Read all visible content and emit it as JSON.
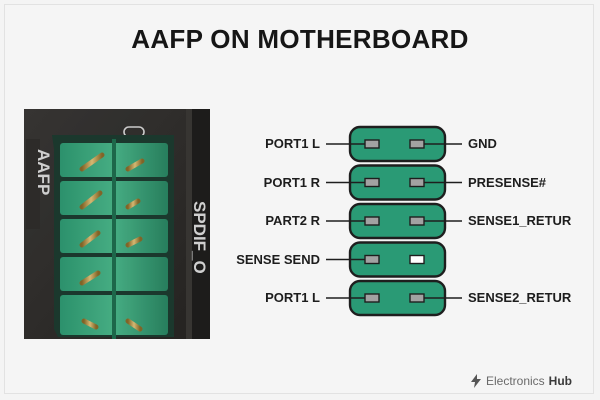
{
  "title": "AAFP ON MOTHERBOARD",
  "photo": {
    "board_text_1": "AAFP",
    "board_text_2": "SPDIF_O"
  },
  "header": {
    "rows": [
      {
        "left": "PORT1 L",
        "right": "GND",
        "left_pin": true,
        "right_pin": true
      },
      {
        "left": "PORT1 R",
        "right": "PRESENSE#",
        "left_pin": true,
        "right_pin": true
      },
      {
        "left": "PART2 R",
        "right": "SENSE1_RETUR",
        "left_pin": true,
        "right_pin": true
      },
      {
        "left": "SENSE SEND",
        "right": "",
        "left_pin": true,
        "right_pin": false
      },
      {
        "left": "PORT1 L",
        "right": "SENSE2_RETUR",
        "left_pin": true,
        "right_pin": true
      }
    ]
  },
  "colors": {
    "connector_green": "#2a9a75",
    "connector_border": "#1e1e1e",
    "pin_fill": "#a2a2a2",
    "key_fill": "#ffffff"
  },
  "brand": {
    "name_a": "Electronics",
    "name_b": "Hub",
    "icon": "lightning-icon"
  }
}
